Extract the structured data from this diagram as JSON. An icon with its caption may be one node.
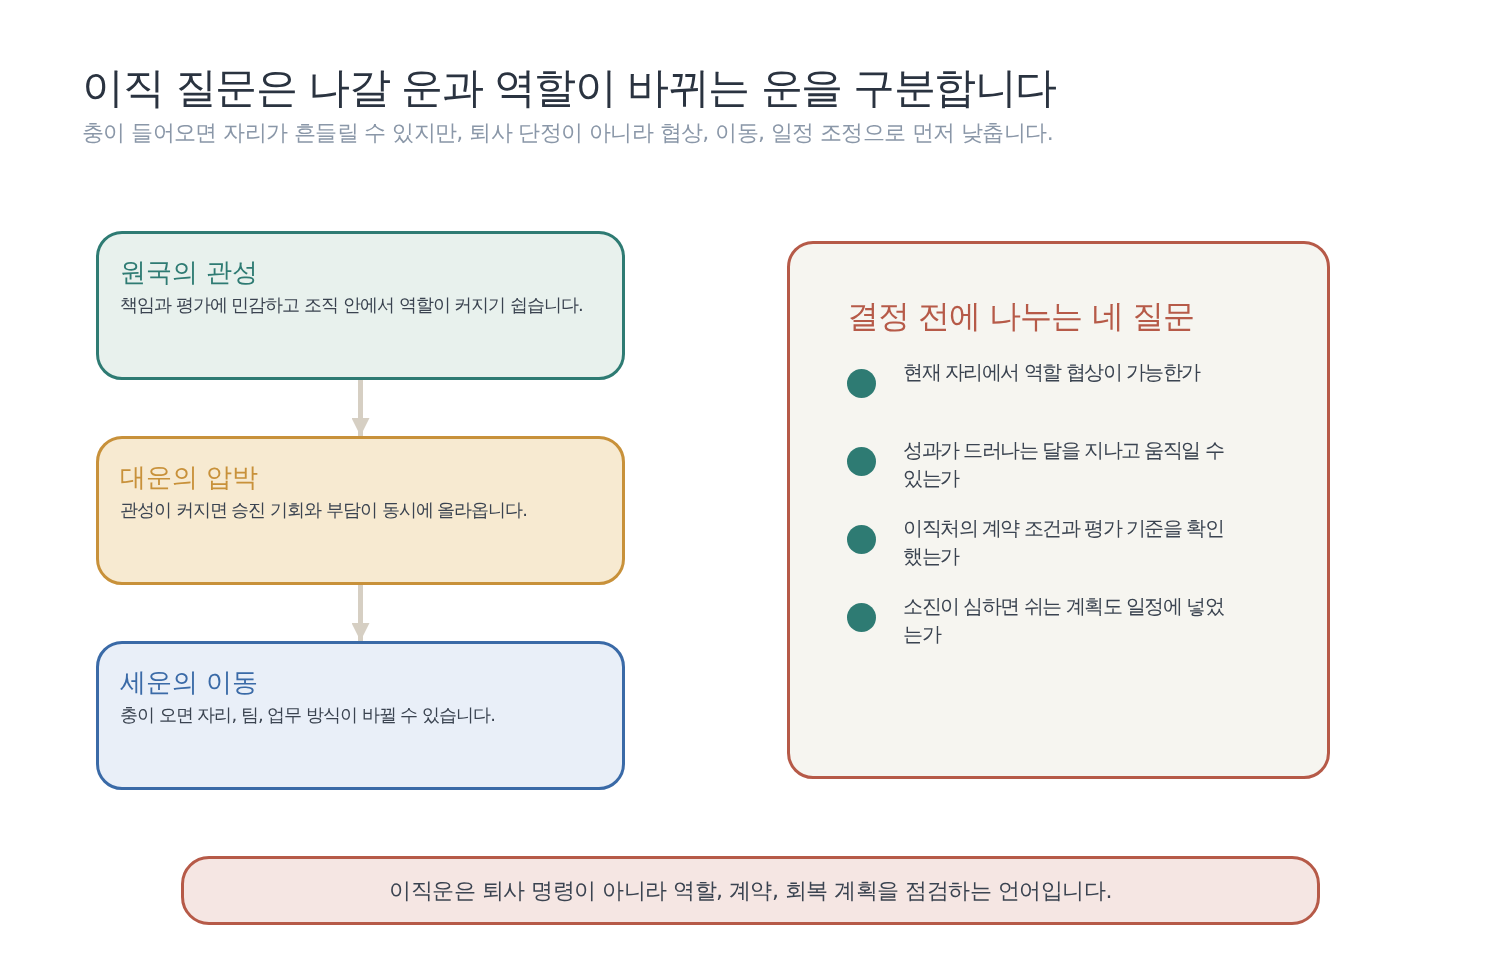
{
  "diagram": {
    "title": "이직 질문은 나갈 운과 역할이 바뀌는 운을 구분합니다",
    "caption": "충이 들어오면 자리가 흔들릴 수 있지만, 퇴사 단정이 아니라 협상, 이동, 일정 조정으로 먼저 낮춥니다.",
    "nodes": [
      {
        "text": [
          "원국의 관성",
          "책임과 평가에 민감하고 조직 안에서 역할이 커지기 쉽습니다."
        ]
      },
      {
        "text": [
          "대운의 압박",
          "관성이 커지면 승진 기회와 부담이 동시에 올라옵니다."
        ]
      },
      {
        "text": [
          "세운의 이동",
          "충이 오면 자리, 팀, 업무 방식이 바뀔 수 있습니다."
        ]
      },
      {
        "text": [
          "결정 전에 나누는 네 질문",
          "현재 자리에서 역할 협상이 가능한가",
          "성과가 드러나는 달을 지나고 움직일 수 있는가",
          "이직처의 계약 조건과 평가 기준을 확인했는가",
          "소진이 심하면 쉬는 계획도 일정에 넣었는가"
        ]
      },
      {
        "text": [
          "이직운은 퇴사 명령이 아니라 역할, 계약, 회복 계획을 점검하는 언어입니다."
        ]
      }
    ],
    "edges": [
      {
        "from": 0,
        "to": 1,
        "arrow": "to"
      },
      {
        "from": 1,
        "to": 2,
        "arrow": "to"
      }
    ]
  }
}
